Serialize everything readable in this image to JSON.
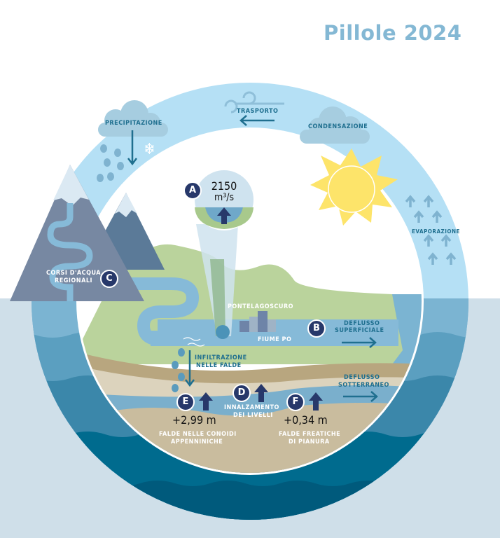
{
  "title": "Pillole 2024",
  "cycle": {
    "precipitazione": "PRECIPITAZIONE",
    "trasporto": "TRASPORTO",
    "condensazione": "CONDENSAZIONE",
    "evaporazione": "EVAPORAZIONE"
  },
  "markers": {
    "A": {
      "letter": "A",
      "value": "2150",
      "unit": "m³/s"
    },
    "B": {
      "letter": "B"
    },
    "C": {
      "letter": "C",
      "label_line1": "CORSI D'ACQUA",
      "label_line2": "REGIONALI"
    },
    "D": {
      "letter": "D",
      "label_line1": "INNALZAMENTO",
      "label_line2": "DEI LIVELLI"
    },
    "E": {
      "letter": "E",
      "value": "+2,99 m",
      "label_line1": "FALDE NELLE CONOIDI",
      "label_line2": "APPENNINICHE"
    },
    "F": {
      "letter": "F",
      "value": "+0,34 m",
      "label_line1": "FALDE FREATICHE",
      "label_line2": "DI PIANURA"
    }
  },
  "landscape": {
    "city": "PONTELAGOSCURO",
    "river": "FIUME PO",
    "deflusso_sup_1": "DEFLUSSO",
    "deflusso_sup_2": "SUPERFICIALE",
    "deflusso_sot_1": "DEFLUSSO",
    "deflusso_sot_2": "SOTTERRANEO",
    "infiltrazione_1": "INFILTRAZIONE",
    "infiltrazione_2": "NELLE FALDE"
  },
  "colors": {
    "sky_ring": "#b5e0f5",
    "title": "#84b8d4",
    "label_dark": "#1f6f8f",
    "badge": "#27386a",
    "sun": "#fde46a",
    "ground_green": "#bad39c",
    "soil": "#c9bc9e",
    "water_deep": "#005f82",
    "background_bottom": "#cfdfe9"
  }
}
